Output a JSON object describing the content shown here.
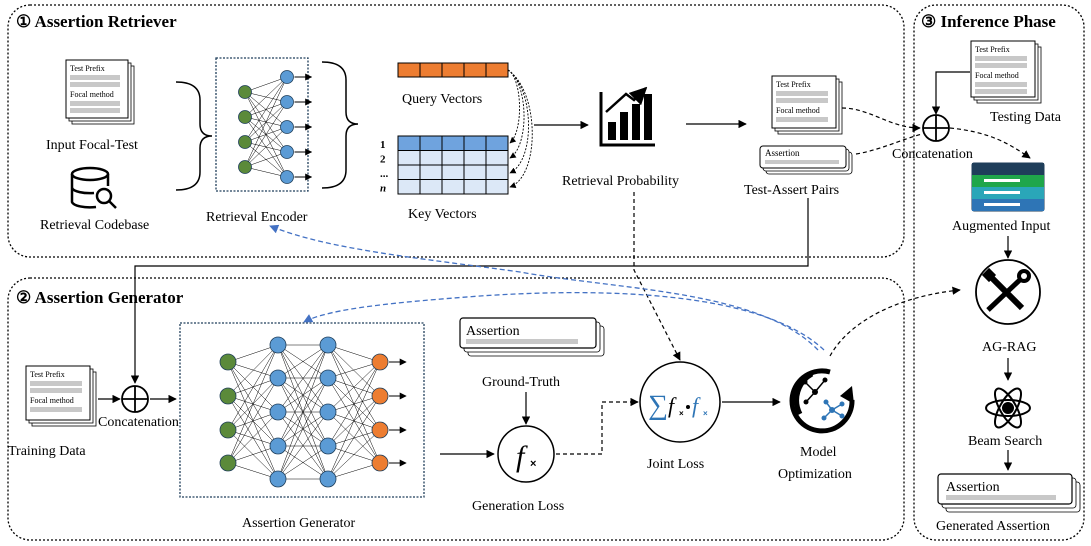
{
  "sections": {
    "retriever": {
      "title": "① Assertion Retriever"
    },
    "generator": {
      "title": "② Assertion Generator"
    },
    "inference": {
      "title": "③ Inference Phase"
    }
  },
  "retriever": {
    "input_label": "Input Focal-Test",
    "codebase_label": "Retrieval Codebase",
    "encoder_label": "Retrieval Encoder",
    "query_label": "Query Vectors",
    "key_label": "Key Vectors",
    "row_labels": [
      "1",
      "2",
      "...",
      "n"
    ],
    "probability_label": "Retrieval Probability",
    "pairs_label": "Test-Assert Pairs",
    "doc_prefix": "Test Prefix",
    "doc_focal": "Focal method",
    "assertion_card": "Assertion"
  },
  "generator": {
    "training_label": "Training Data",
    "concat_label": "Concatenation",
    "generator_label": "Assertion Generator",
    "assertion_card": "Assertion",
    "ground_truth": "Ground-Truth",
    "generation_loss": "Generation Loss",
    "joint_loss": "Joint Loss",
    "optimization_line1": "Model",
    "optimization_line2": "Optimization",
    "doc_prefix": "Test Prefix",
    "doc_focal": "Focal method"
  },
  "inference": {
    "testing_label": "Testing Data",
    "concat_label": "Concatenation",
    "augmented_label": "Augmented Input",
    "agrag_label": "AG-RAG",
    "beam_label": "Beam Search",
    "assertion_card": "Assertion",
    "generated_label": "Generated Assertion",
    "doc_prefix": "Test Prefix",
    "doc_focal": "Focal method"
  },
  "colors": {
    "node_green": "#5b8a3a",
    "node_blue": "#5b9bd5",
    "node_orange": "#ed7d31",
    "query_orange": "#ed7d31",
    "key_blue": "#6fa3de",
    "key_light": "#dce8f7",
    "dash_blue": "#4472c4",
    "band_green": "#1fa64a",
    "band_teal": "#2aa6b8",
    "band_blue": "#2e75b6",
    "band_dark": "#1f3e5a"
  }
}
